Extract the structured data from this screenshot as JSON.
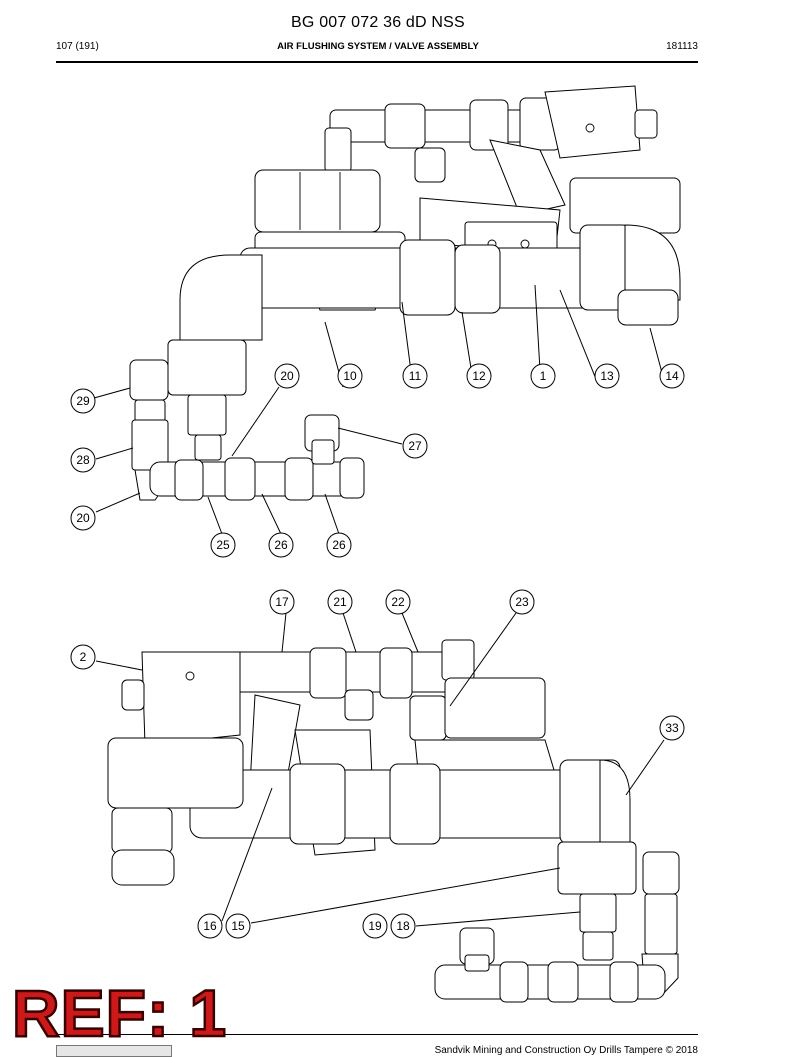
{
  "header": {
    "doc_title": "BG 007 072 36 dD NSS",
    "page": "107 (191)",
    "section": "AIR FLUSHING SYSTEM / VALVE ASSEMBLY",
    "date_code": "181113"
  },
  "footer": {
    "text": "Sandvik Mining and Construction Oy Drills Tampere © 2018"
  },
  "ref_stamp": "REF: 1",
  "callouts": {
    "c20a": "20",
    "c10": "10",
    "c11": "11",
    "c12": "12",
    "c1": "1",
    "c13": "13",
    "c14": "14",
    "c29": "29",
    "c27": "27",
    "c28": "28",
    "c20b": "20",
    "c25": "25",
    "c26a": "26",
    "c26b": "26",
    "c17": "17",
    "c21": "21",
    "c22": "22",
    "c23": "23",
    "c2": "2",
    "c33": "33",
    "c16": "16",
    "c15": "15",
    "c19": "19",
    "c18": "18"
  }
}
